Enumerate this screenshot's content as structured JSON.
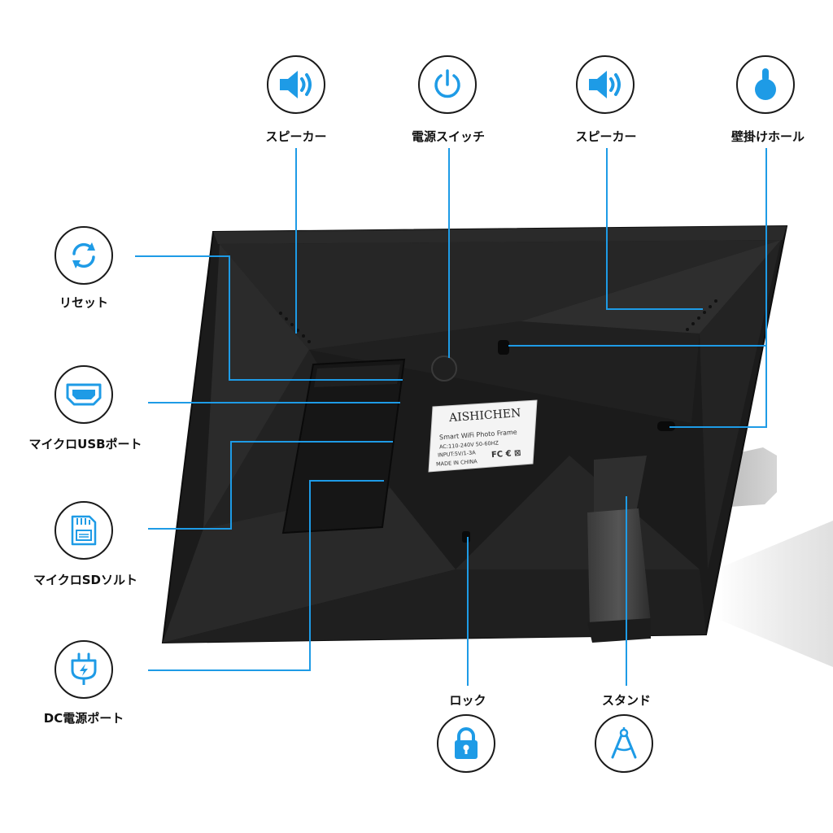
{
  "accent_color": "#1e9be6",
  "features": {
    "speaker_left": {
      "label": "スピーカー",
      "icon": "speaker-icon"
    },
    "power_switch": {
      "label": "電源スイッチ",
      "icon": "power-icon"
    },
    "speaker_right": {
      "label": "スピーカー",
      "icon": "speaker-icon"
    },
    "wall_hole": {
      "label": "壁掛けホール",
      "icon": "wall-mount-icon"
    },
    "reset": {
      "label": "リセット",
      "icon": "reset-icon"
    },
    "usb": {
      "label": "マイクロUSBポート",
      "icon": "usb-port-icon"
    },
    "sd": {
      "label": "マイクロSDソルト",
      "icon": "sd-card-icon"
    },
    "dc": {
      "label": "DC電源ポート",
      "icon": "dc-plug-icon"
    },
    "lock": {
      "label": "ロック",
      "icon": "lock-icon"
    },
    "stand": {
      "label": "スタンド",
      "icon": "compass-icon"
    }
  },
  "product_sticker": {
    "brand": "AISHICHEN",
    "model": "Smart WiFi Photo Frame",
    "ac": "AC:110-240V 50-60HZ",
    "input": "INPUT:5V/1-3A",
    "origin": "MADE IN CHINA",
    "cert": "FC € ⊠"
  }
}
